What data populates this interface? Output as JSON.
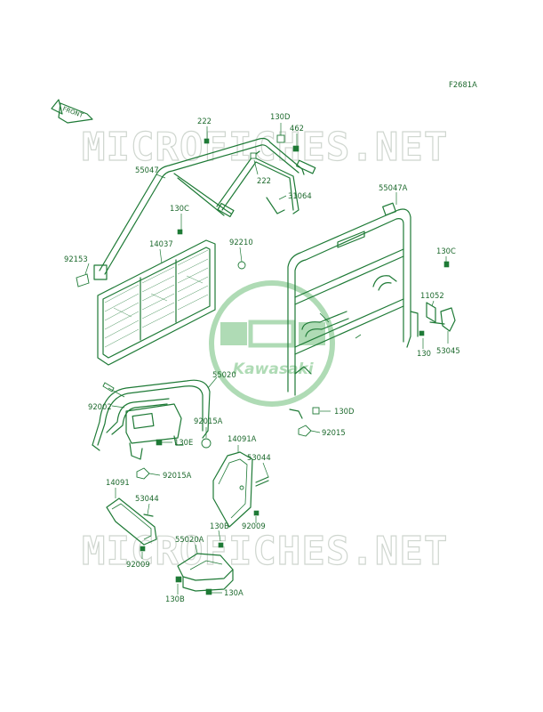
{
  "figure_code": "F2681A",
  "front_arrow_label": "FRONT",
  "watermarks": {
    "top": "MICROFICHES.NET",
    "bottom": "MICROFICHES.NET"
  },
  "logo": {
    "text": "Kawasaki",
    "color": "#6fbf7a"
  },
  "colors": {
    "line": "#1e7a36",
    "label": "#1e6a2e",
    "watermark": "#cfd6cf"
  },
  "labels": {
    "l222a": "222",
    "l130d_top": "130D",
    "l462": "462",
    "l55047": "55047",
    "l222b": "222",
    "l31064": "31064",
    "l55047a": "55047A",
    "l130c_left": "130C",
    "l14037": "14037",
    "l92210": "92210",
    "l92153": "92153",
    "l130c_right": "130C",
    "l11052": "11052",
    "l130": "130",
    "l53045": "53045",
    "l92002": "92002",
    "l55020": "55020",
    "l92015a_top": "92015A",
    "l130d_mid": "130D",
    "l92015": "92015",
    "l130e": "130E",
    "l14091a": "14091A",
    "l53044_right": "53044",
    "l92015a_bot": "92015A",
    "l14091": "14091",
    "l53044_left": "53044",
    "l130b_top": "130B",
    "l92009_right": "92009",
    "l55020a": "55020A",
    "l92009_left": "92009",
    "l130b_bot": "130B",
    "l130a": "130A"
  }
}
